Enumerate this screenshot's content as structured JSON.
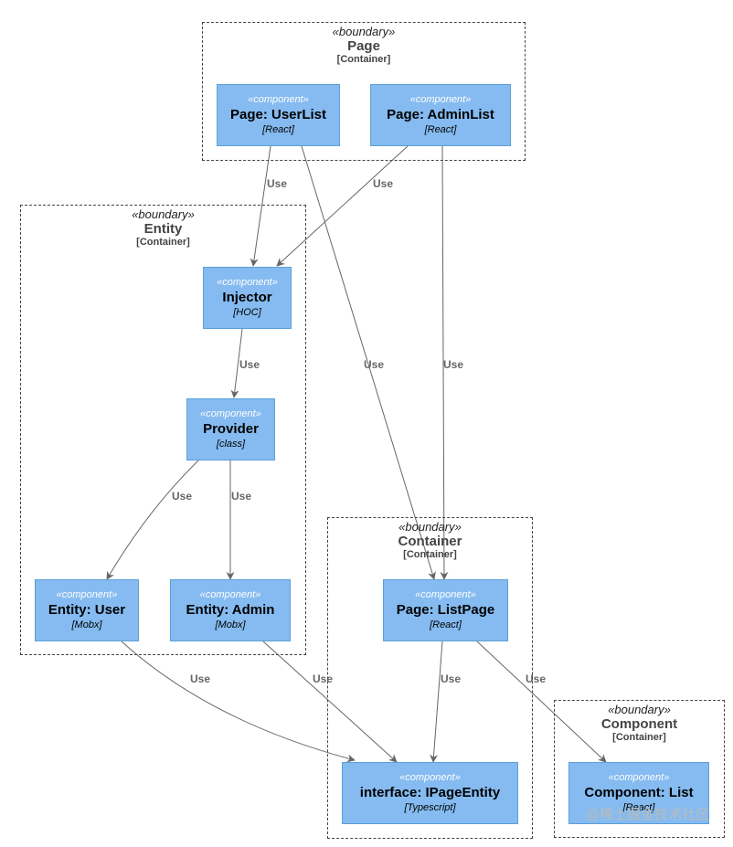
{
  "boundaries": {
    "page": {
      "stereotype": "«boundary»",
      "title": "Page",
      "tech": "[Container]"
    },
    "entity": {
      "stereotype": "«boundary»",
      "title": "Entity",
      "tech": "[Container]"
    },
    "container": {
      "stereotype": "«boundary»",
      "title": "Container",
      "tech": "[Container]"
    },
    "component": {
      "stereotype": "«boundary»",
      "title": "Component",
      "tech": "[Container]"
    }
  },
  "components": {
    "userlist": {
      "stereotype": "«component»",
      "name": "Page: UserList",
      "tech": "[React]"
    },
    "adminlist": {
      "stereotype": "«component»",
      "name": "Page: AdminList",
      "tech": "[React]"
    },
    "injector": {
      "stereotype": "«component»",
      "name": "Injector",
      "tech": "[HOC]"
    },
    "provider": {
      "stereotype": "«component»",
      "name": "Provider",
      "tech": "[class]"
    },
    "entity_user": {
      "stereotype": "«component»",
      "name": "Entity: User",
      "tech": "[Mobx]"
    },
    "entity_admin": {
      "stereotype": "«component»",
      "name": "Entity: Admin",
      "tech": "[Mobx]"
    },
    "listpage": {
      "stereotype": "«component»",
      "name": "Page: ListPage",
      "tech": "[React]"
    },
    "ipageentity": {
      "stereotype": "«component»",
      "name": "interface: IPageEntity",
      "tech": "[Typescript]"
    },
    "comp_list": {
      "stereotype": "«component»",
      "name": "Component: List",
      "tech": "[React]"
    }
  },
  "edges": [
    {
      "from": "Page: UserList",
      "to": "Injector",
      "label": "Use"
    },
    {
      "from": "Page: AdminList",
      "to": "Injector",
      "label": "Use"
    },
    {
      "from": "Page: UserList",
      "to": "Page: ListPage",
      "label": "Use"
    },
    {
      "from": "Page: AdminList",
      "to": "Page: ListPage",
      "label": "Use"
    },
    {
      "from": "Injector",
      "to": "Provider",
      "label": "Use"
    },
    {
      "from": "Provider",
      "to": "Entity: User",
      "label": "Use"
    },
    {
      "from": "Provider",
      "to": "Entity: Admin",
      "label": "Use"
    },
    {
      "from": "Entity: User",
      "to": "interface: IPageEntity",
      "label": "Use"
    },
    {
      "from": "Entity: Admin",
      "to": "interface: IPageEntity",
      "label": "Use"
    },
    {
      "from": "Page: ListPage",
      "to": "interface: IPageEntity",
      "label": "Use"
    },
    {
      "from": "Page: ListPage",
      "to": "Component: List",
      "label": "Use"
    }
  ],
  "watermark": "@稀土掘金技术社区"
}
